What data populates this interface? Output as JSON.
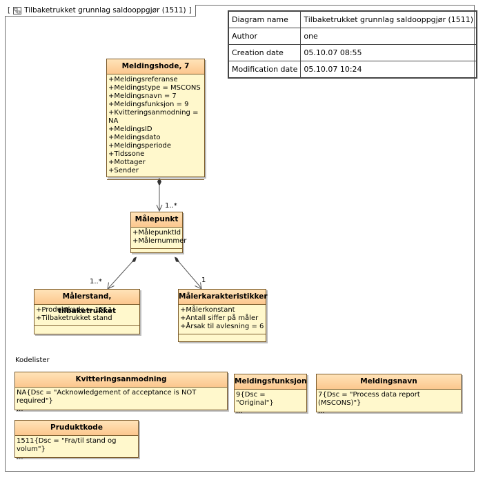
{
  "frame": {
    "title": "Tilbaketrukket grunnlag saldooppgjør (1511)"
  },
  "info": [
    {
      "key": "Diagram name",
      "value": "Tilbaketrukket grunnlag saldooppgjør (1511)"
    },
    {
      "key": "Author",
      "value": "one"
    },
    {
      "key": "Creation date",
      "value": "05.10.07 08:55"
    },
    {
      "key": "Modification date",
      "value": "05.10.07 10:24"
    }
  ],
  "classes": {
    "meldingshode": {
      "name": "Meldingshode, 7",
      "attrs": [
        "+Meldingsreferanse",
        "+Meldingstype = MSCONS",
        "+Meldingsnavn = 7",
        "+Meldingsfunksjon = 9",
        "+Kvitteringsanmodning = NA",
        "+MeldingsID",
        "+Meldingsdato",
        "+Meldingsperiode",
        "+Tidssone",
        "+Mottager",
        "+Sender"
      ]
    },
    "malepunkt": {
      "name": "Målepunkt",
      "attrs": [
        "+MålepunktId",
        "+Målernummer"
      ]
    },
    "malerstand": {
      "name": "Målerstand, tilbaketrukket",
      "attrs": [
        "+Produktkode = 1511",
        "+Tilbaketrukket stand"
      ]
    },
    "malerkarakteristikker": {
      "name": "Målerkarakteristikker",
      "attrs": [
        "+Målerkonstant",
        "+Antall siffer på måler",
        "+Årsak til avlesning = 6"
      ]
    }
  },
  "multiplicities": {
    "hode_punkt": "1..*",
    "punkt_stand": "1..*",
    "punkt_kar": "1"
  },
  "kodelister": {
    "heading": "Kodelister",
    "kvittering": {
      "name": "Kvitteringsanmodning",
      "value": "NA{Dsc = \"Acknowledgement of acceptance is NOT required\"}",
      "more": "..."
    },
    "funksjon": {
      "name": "Meldingsfunksjon",
      "value": "9{Dsc = \"Original\"}",
      "more": "..."
    },
    "navn": {
      "name": "Meldingsnavn",
      "value": "7{Dsc = \"Process data report (MSCONS)\"}",
      "more": "..."
    },
    "produktkode": {
      "name": "Pruduktkode",
      "value": "1511{Dsc = \"Fra/til stand og volum\"}",
      "more": "..."
    }
  },
  "colors": {
    "header": "#fcc78e",
    "body": "#fff8cc",
    "border": "#7a5a2a"
  }
}
